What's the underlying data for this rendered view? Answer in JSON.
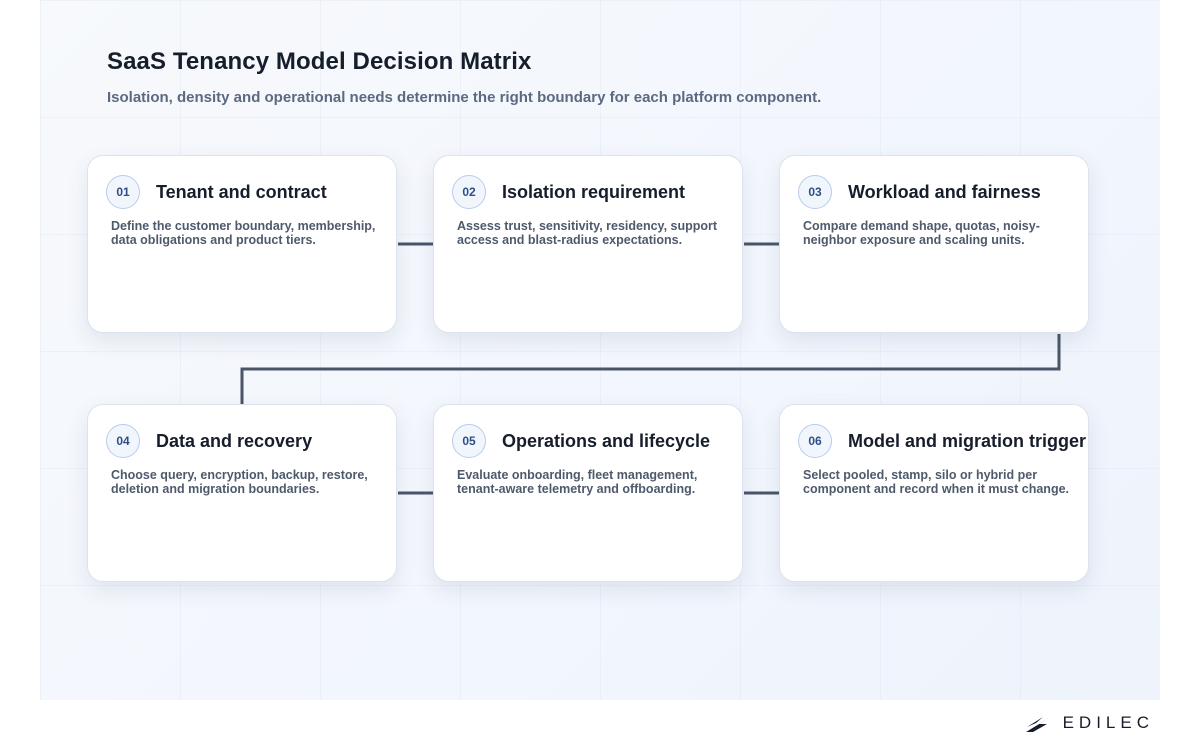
{
  "header": {
    "title": "SaaS Tenancy Model Decision Matrix",
    "subtitle": "Isolation, density and operational needs determine the right boundary for each platform component."
  },
  "steps": [
    {
      "number": "01",
      "title": "Tenant and contract",
      "description": "Define the customer boundary, membership, data obligations and product tiers."
    },
    {
      "number": "02",
      "title": "Isolation requirement",
      "description": "Assess trust, sensitivity, residency, support access and blast-radius expectations."
    },
    {
      "number": "03",
      "title": "Workload and fairness",
      "description": "Compare demand shape, quotas, noisy-neighbor exposure and scaling units."
    },
    {
      "number": "04",
      "title": "Data and recovery",
      "description": "Choose query, encryption, backup, restore, deletion and migration boundaries."
    },
    {
      "number": "05",
      "title": "Operations and lifecycle",
      "description": "Evaluate onboarding, fleet management, tenant-aware telemetry and offboarding."
    },
    {
      "number": "06",
      "title": "Model and migration trigger",
      "description": "Select pooled, stamp, silo or hybrid per component and record when it must change."
    }
  ],
  "brand": {
    "name": "EDILEC",
    "icon": "edilec-logo-icon"
  },
  "colors": {
    "connector": "#4a5568",
    "title": "#161d2b",
    "badge_border": "#b8ccec",
    "badge_text": "#2d4f86"
  }
}
